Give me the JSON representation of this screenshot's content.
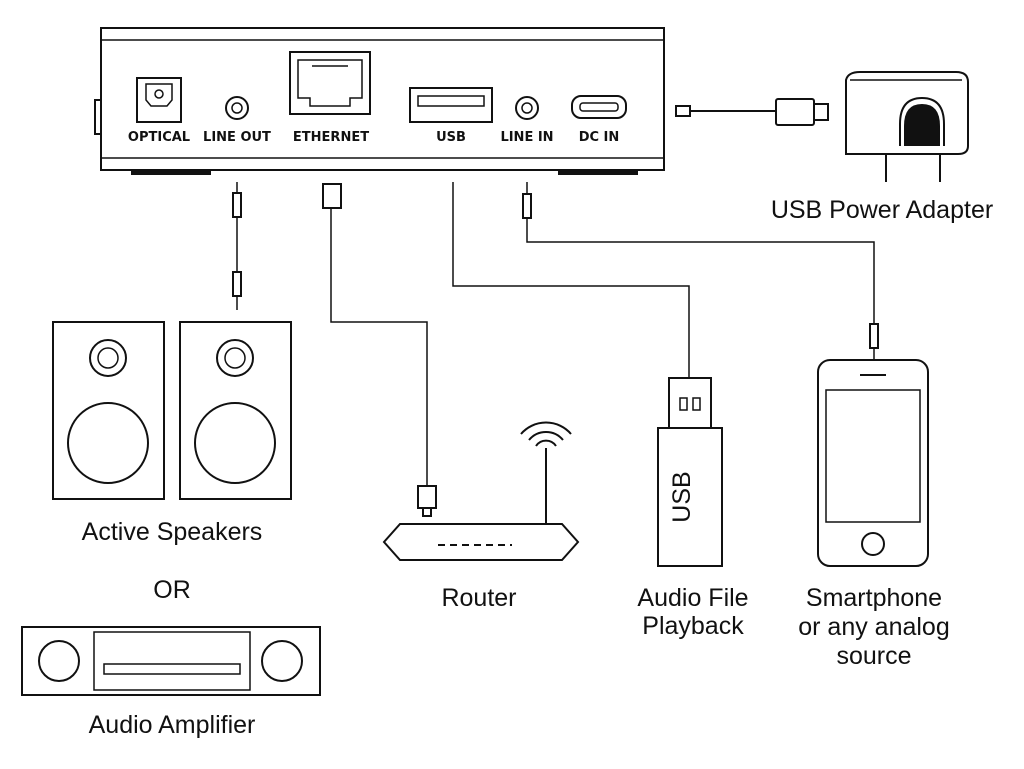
{
  "device": {
    "ports": {
      "optical": "OPTICAL",
      "line_out": "LINE OUT",
      "ethernet": "ETHERNET",
      "usb": "USB",
      "line_in": "LINE IN",
      "dc_in": "DC IN"
    }
  },
  "labels": {
    "power_adapter": "USB Power Adapter",
    "active_speakers": "Active Speakers",
    "or": "OR",
    "audio_amplifier": "Audio Amplifier",
    "router": "Router",
    "audio_file_line1": "Audio File",
    "audio_file_line2": "Playback",
    "smartphone_line1": "Smartphone",
    "smartphone_line2": "or any analog",
    "smartphone_line3": "source",
    "usb_stick": "USB"
  }
}
